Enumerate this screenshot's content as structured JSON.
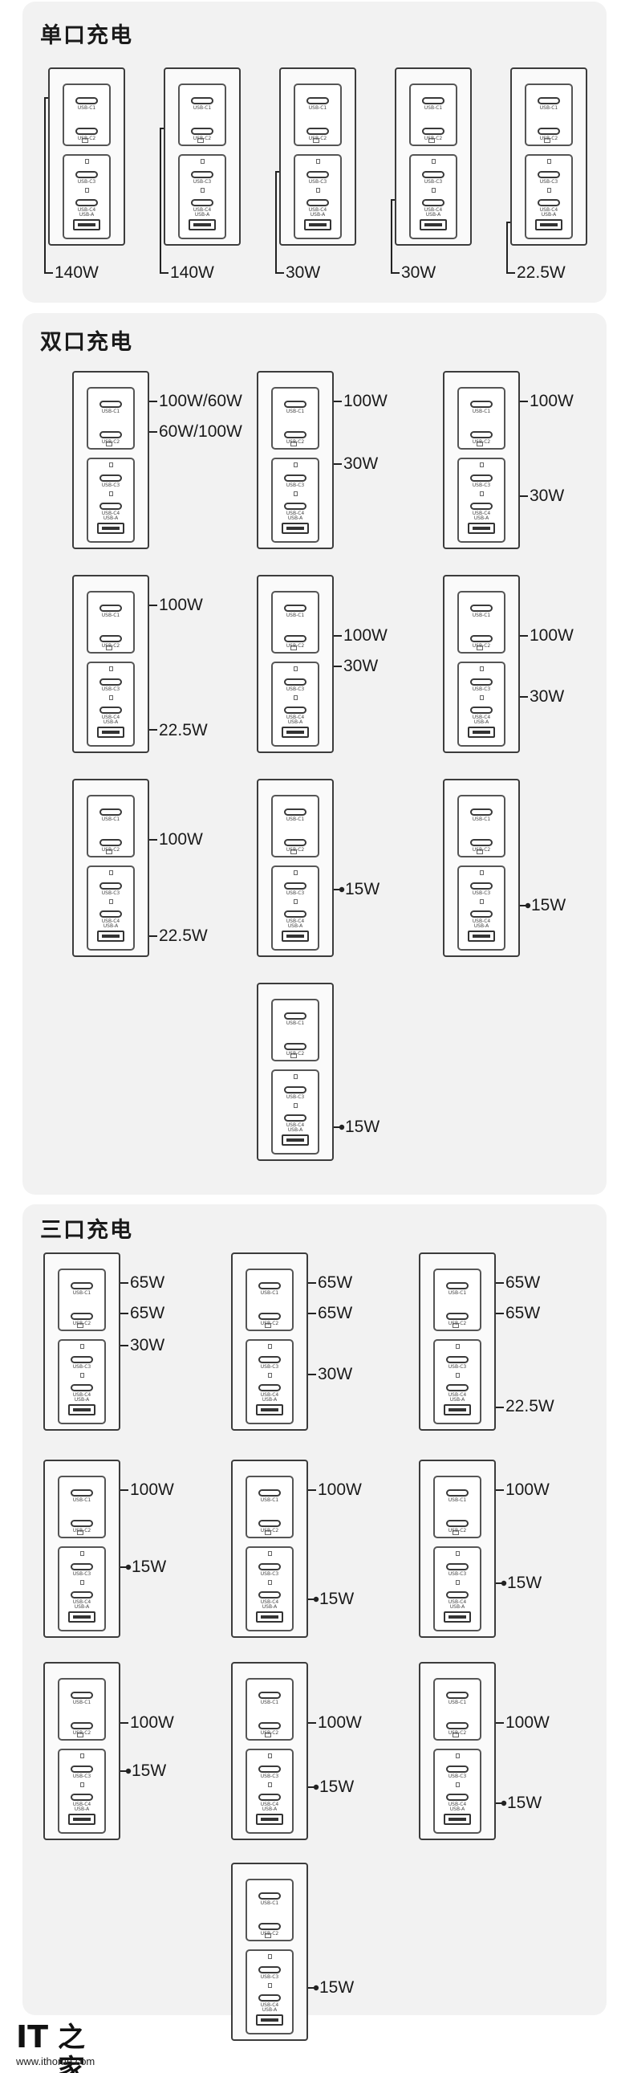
{
  "sections": [
    {
      "title": "单口充电",
      "charts": [
        {
          "labels": [
            "140W"
          ]
        },
        {
          "labels": [
            "140W"
          ]
        },
        {
          "labels": [
            "30W"
          ]
        },
        {
          "labels": [
            "30W"
          ]
        },
        {
          "labels": [
            "22.5W"
          ]
        }
      ]
    },
    {
      "title": "双口充电",
      "charts": [
        {
          "labels": [
            "100W/60W",
            "60W/100W"
          ]
        },
        {
          "labels": [
            "100W",
            "30W"
          ]
        },
        {
          "labels": [
            "100W",
            "30W"
          ]
        },
        {
          "labels": [
            "100W",
            "22.5W"
          ]
        },
        {
          "labels": [
            "100W",
            "30W"
          ]
        },
        {
          "labels": [
            "100W",
            "30W"
          ]
        },
        {
          "labels": [
            "100W",
            "22.5W"
          ]
        },
        {
          "labels": [
            "15W"
          ]
        },
        {
          "labels": [
            "15W"
          ]
        },
        {
          "labels": [
            "15W"
          ]
        }
      ]
    },
    {
      "title": "三口充电",
      "charts": [
        {
          "labels": [
            "65W",
            "65W",
            "30W"
          ]
        },
        {
          "labels": [
            "65W",
            "65W",
            "30W"
          ]
        },
        {
          "labels": [
            "65W",
            "65W",
            "22.5W"
          ]
        },
        {
          "labels": [
            "100W",
            "15W"
          ]
        },
        {
          "labels": [
            "100W",
            "15W"
          ]
        },
        {
          "labels": [
            "100W",
            "15W"
          ]
        },
        {
          "labels": [
            "100W",
            "15W"
          ]
        },
        {
          "labels": [
            "100W",
            "15W"
          ]
        },
        {
          "labels": [
            "100W",
            "15W"
          ]
        },
        {
          "labels": [
            "15W"
          ]
        }
      ]
    }
  ],
  "port_labels": {
    "c1": "USB-C1",
    "c2": "USB-C2",
    "c3": "USB-C3",
    "c4": "USB-C4",
    "a": "USB-A"
  },
  "logo": {
    "mark": "IT",
    "zh": "之家",
    "url": "www.ithome.com"
  }
}
